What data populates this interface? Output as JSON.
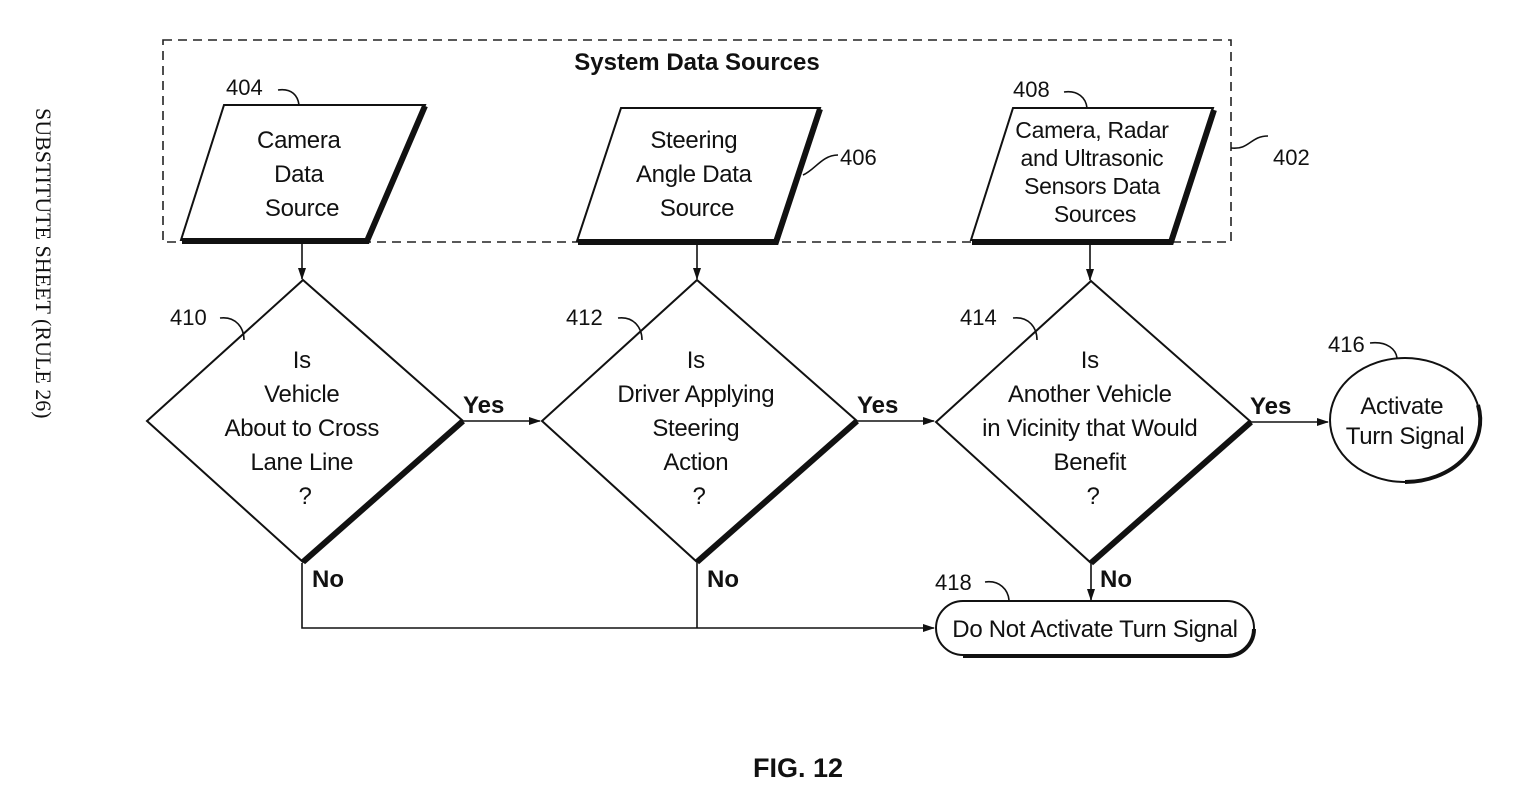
{
  "side_caption": "SUBSTITUTE SHEET (RULE 26)",
  "figure_label": "FIG. 12",
  "group": {
    "ref": "402",
    "title": "System Data Sources"
  },
  "data_sources": [
    {
      "ref": "404",
      "lines": [
        "Camera",
        "Data",
        "Source"
      ]
    },
    {
      "ref": "406",
      "lines": [
        "Steering",
        "Angle Data",
        "Source"
      ]
    },
    {
      "ref": "408",
      "lines": [
        "Camera, Radar",
        "and Ultrasonic",
        "Sensors Data",
        "Sources"
      ]
    }
  ],
  "decisions": [
    {
      "ref": "410",
      "lines": [
        "Is",
        "Vehicle",
        "About to Cross",
        "Lane Line",
        "?"
      ]
    },
    {
      "ref": "412",
      "lines": [
        "Is",
        "Driver Applying",
        "Steering",
        "Action",
        "?"
      ]
    },
    {
      "ref": "414",
      "lines": [
        "Is",
        "Another Vehicle",
        "in Vicinity that Would",
        "Benefit",
        "?"
      ]
    }
  ],
  "terminals": [
    {
      "ref": "416",
      "lines": [
        "Activate",
        "Turn Signal"
      ]
    },
    {
      "ref": "418",
      "lines": [
        "Do Not Activate Turn Signal"
      ]
    }
  ],
  "edge_labels": {
    "yes": "Yes",
    "no": "No"
  }
}
